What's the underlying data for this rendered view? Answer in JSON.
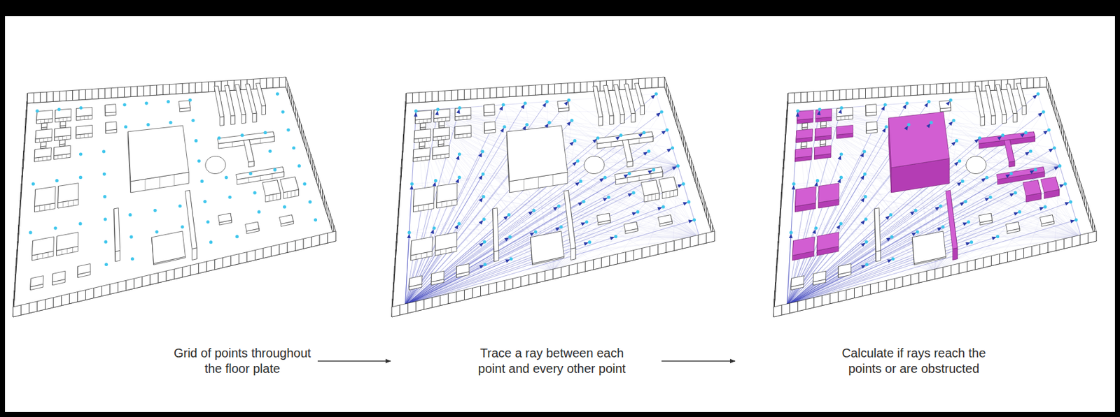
{
  "diagram": {
    "nodes": [
      {
        "text": [
          "Grid of points throughout the floor plate"
        ]
      },
      {
        "text": [
          "Trace a ray between each point and every other point"
        ]
      },
      {
        "text": [
          "Calculate if rays reach the points or are obstructed"
        ]
      }
    ],
    "edges": [
      {
        "from": 0,
        "to": 1,
        "arrow": "to"
      },
      {
        "from": 1,
        "to": 2,
        "arrow": "to"
      }
    ]
  }
}
